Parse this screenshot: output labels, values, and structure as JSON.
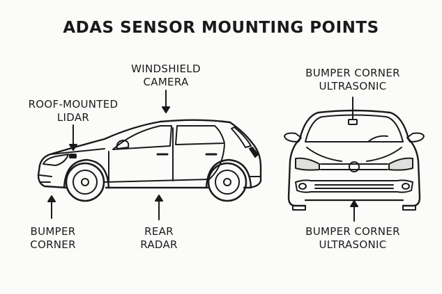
{
  "title": "ADAS SENSOR MOUNTING POINTS",
  "labels": {
    "windshield_camera": [
      "WINDSHIELD",
      "CAMERA"
    ],
    "roof_lidar": [
      "ROOF-MOUNTED",
      "LIDAR"
    ],
    "bumper_corner": [
      "BUMPER",
      "CORNER"
    ],
    "rear_radar": [
      "REAR",
      "RADAR"
    ],
    "front_top_ultrasonic": [
      "BUMPER CORNER",
      "ULTRASONIC"
    ],
    "front_bottom_ultrasonic": [
      "BUMPER CORNER",
      "ULTRASONIC"
    ]
  },
  "colors": {
    "line": "#1a1a1a",
    "background": "#fbfbf9"
  }
}
